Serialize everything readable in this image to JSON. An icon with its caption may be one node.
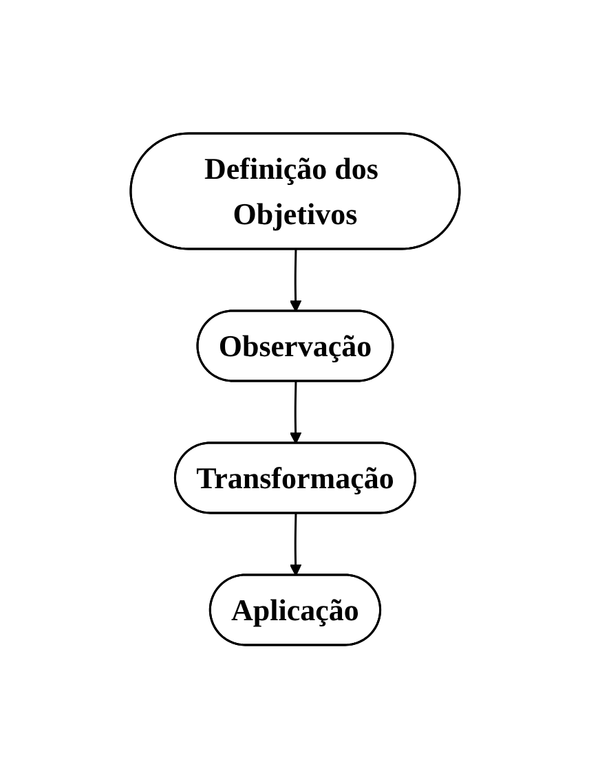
{
  "diagram": {
    "nodes": [
      {
        "text": [
          "Definição dos Objetivos"
        ]
      },
      {
        "text": [
          "Observação"
        ]
      },
      {
        "text": [
          "Transformação"
        ]
      },
      {
        "text": [
          "Aplicação"
        ]
      }
    ],
    "edges": [
      {
        "from": 0,
        "to": 1,
        "arrow": "to"
      },
      {
        "from": 1,
        "to": 2,
        "arrow": "to"
      },
      {
        "from": 2,
        "to": 3,
        "arrow": "to"
      }
    ]
  }
}
